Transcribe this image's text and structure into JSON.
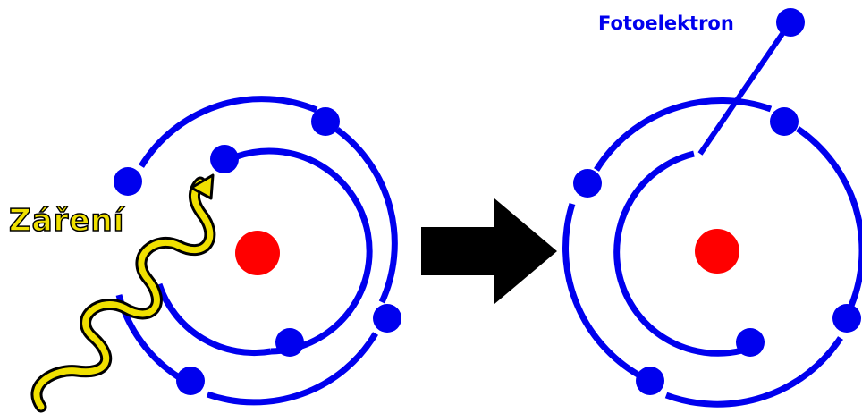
{
  "labels": {
    "radiation": "Záření",
    "photoelectron": "Fotoelektron"
  },
  "colors": {
    "orbit": "#0000ee",
    "electron": "#0000ee",
    "nucleus": "#ff0000",
    "radiation_fill": "#f0e000",
    "radiation_outline": "#000000",
    "arrow": "#000000",
    "background": "#ffffff"
  },
  "atoms": [
    {
      "name": "before-absorption",
      "inner_electrons": 2,
      "outer_electrons": 4
    },
    {
      "name": "after-emission",
      "inner_electrons": 1,
      "outer_electrons": 4,
      "emitted_electrons": 1
    }
  ],
  "icons": {
    "transition": "right-arrow-icon",
    "radiation": "wavy-arrow-icon"
  }
}
